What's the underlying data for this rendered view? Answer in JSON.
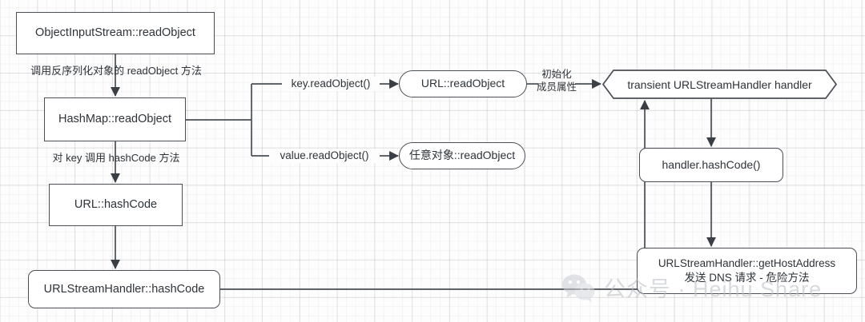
{
  "diagram": {
    "title": "Java deserialization URLDNS gadget chain",
    "nodes": {
      "object_input_stream": {
        "label": "ObjectInputStream::readObject",
        "shape": "rect"
      },
      "hashmap_read": {
        "label": "HashMap::readObject",
        "shape": "rect"
      },
      "url_hashcode": {
        "label": "URL::hashCode",
        "shape": "rect"
      },
      "urlstreamhandler_hashcode": {
        "label": "URLStreamHandler::hashCode",
        "shape": "round"
      },
      "url_readobject": {
        "label": "URL::readObject",
        "shape": "pill"
      },
      "any_object_readobject": {
        "label": "任意对象::readObject",
        "shape": "pill"
      },
      "transient_handler": {
        "label": "transient URLStreamHandler handler",
        "shape": "hexagon"
      },
      "handler_hashcode": {
        "label": "handler.hashCode()",
        "shape": "round"
      },
      "get_host_address": {
        "label": "URLStreamHandler::getHostAddress",
        "sublabel": "发送 DNS 请求 - 危险方法",
        "shape": "round"
      }
    },
    "edge_labels": {
      "call_readobject": "调用反序列化对象的 readObject 方法",
      "call_hashcode_on_key": "对 key 调用 hashCode 方法",
      "key_readobject": "key.readObject()",
      "value_readobject": "value.readObject()",
      "init_member_line1": "初始化",
      "init_member_line2": "成员属性"
    },
    "colors": {
      "stroke": "#4a4f56",
      "node_fill": "#ffffff",
      "text": "#2e3338",
      "grid_minor": "#f0f0f0",
      "grid_major": "#e3e3e3",
      "watermark": "#b9bcc4"
    }
  },
  "watermark": {
    "text": "公众号 · Heihu Share",
    "icon": "wechat-icon"
  }
}
